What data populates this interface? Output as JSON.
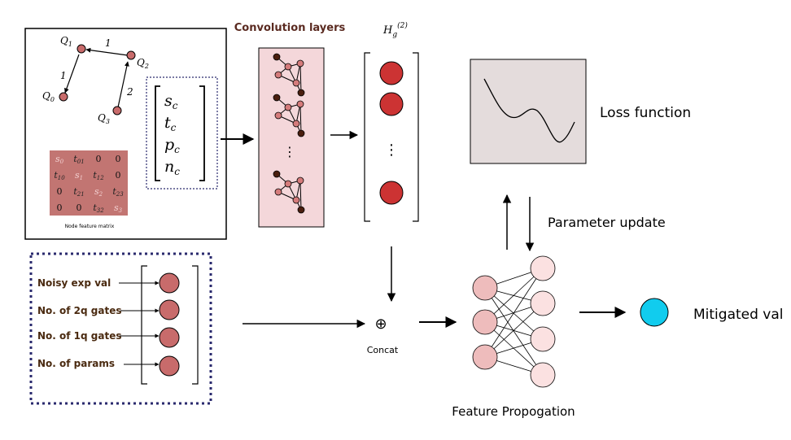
{
  "graph": {
    "nodes": {
      "q0": "Q",
      "q0_sub": "0",
      "q1": "Q",
      "q1_sub": "1",
      "q2": "Q",
      "q2_sub": "2",
      "q3": "Q",
      "q3_sub": "3"
    },
    "edges": {
      "e12": "1",
      "e10": "1",
      "e32": "2"
    }
  },
  "feature_vector": {
    "s": "s",
    "s_sub": "c",
    "t": "t",
    "t_sub": "c",
    "p": "p",
    "p_sub": "c",
    "n": "n",
    "n_sub": "c"
  },
  "node_matrix": {
    "rows": [
      [
        "s0",
        "t01",
        "0",
        "0"
      ],
      [
        "t10",
        "s1",
        "t12",
        "0"
      ],
      [
        "0",
        "t21",
        "s2",
        "t23"
      ],
      [
        "0",
        "0",
        "t32",
        "s3"
      ]
    ],
    "caption": "Node feature matrix",
    "color": "#c27572"
  },
  "conv": {
    "title": "Convolution layers",
    "dots": "⋮",
    "color": "#f4d7da"
  },
  "hidden": {
    "label": "H",
    "label_sub": "g",
    "label_sup": "(2)",
    "dots": "⋮",
    "node_color": "#cc3333"
  },
  "loss": {
    "label": "Loss function",
    "bg": "#e4dcdc"
  },
  "param_update": {
    "label": "Parameter update"
  },
  "features": {
    "items": [
      "Noisy exp val",
      "No. of 2q gates",
      "No. of 1q gates",
      "No. of params"
    ],
    "node_color": "#c86b6b",
    "border_color": "#2a2a6e"
  },
  "concat": {
    "symbol": "⊕",
    "label": "Concat"
  },
  "mlp": {
    "label": "Feature Propogation",
    "node_color": "#eebcbc"
  },
  "output": {
    "label": "Mitigated val",
    "color": "#11ccee"
  }
}
